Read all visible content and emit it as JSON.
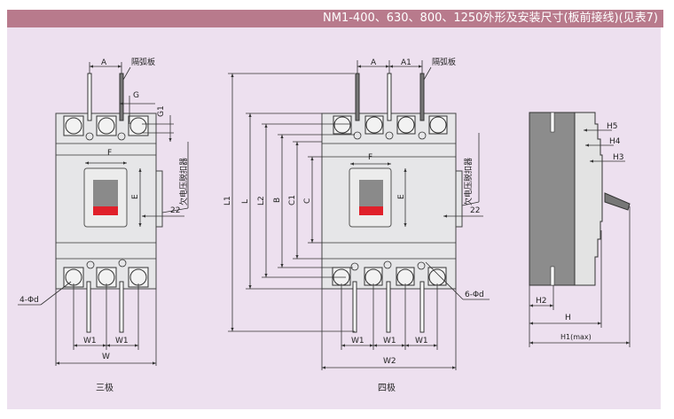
{
  "header": {
    "title": "NM1-400、630、800、1250外形及安装尺寸(板前接线)(见表7)"
  },
  "labels": {
    "A": "A",
    "A1": "A1",
    "G": "G",
    "G1": "G1",
    "F": "F",
    "E": "E",
    "dim22": "22",
    "arc_plate": "隔弧板",
    "uv_release": "欠电压脱扣器",
    "L1": "L1",
    "L": "L",
    "L2": "L2",
    "B": "B",
    "C1": "C1",
    "C": "C",
    "W1": "W1",
    "W": "W",
    "W2": "W2",
    "holes3": "4-Φd",
    "holes4": "6-Φd",
    "H": "H",
    "H1": "H1(max)",
    "H2": "H2",
    "H3": "H3",
    "H4": "H4",
    "H5": "H5"
  },
  "captions": {
    "three_pole": "三极",
    "four_pole": "四极"
  },
  "colors": {
    "header": "#b87a8c",
    "panel": "#ede0ef",
    "handle_red": "#e0202a"
  }
}
